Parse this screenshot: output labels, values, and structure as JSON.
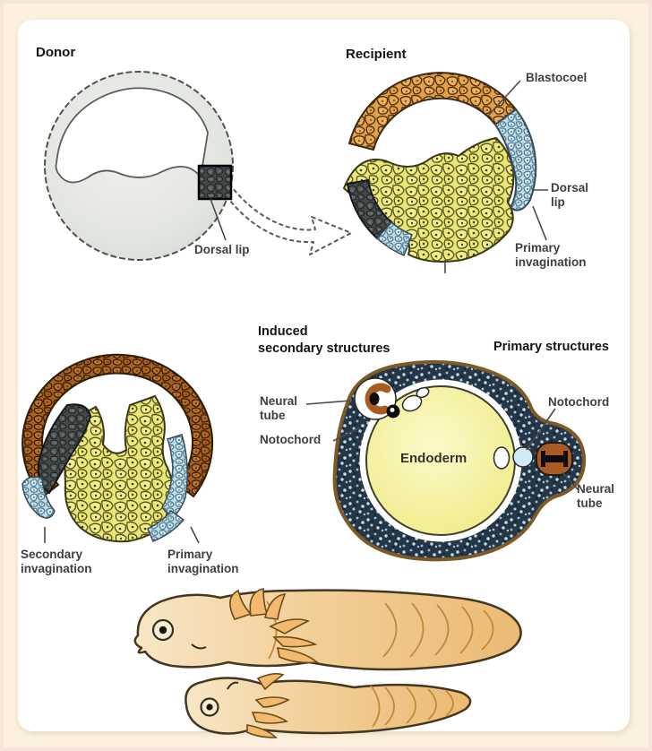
{
  "figure": {
    "donor": {
      "title": "Donor",
      "dorsal_lip": "Dorsal lip"
    },
    "recipient": {
      "title": "Recipient",
      "blastocoel": "Blastocoel",
      "dorsal_lip_line1": "Dorsal",
      "dorsal_lip_line2": "lip",
      "primary_line1": "Primary",
      "primary_line2": "invagination"
    },
    "gastrula": {
      "secondary_line1": "Secondary",
      "secondary_line2": "invagination",
      "primary_line1": "Primary",
      "primary_line2": "invagination"
    },
    "cross_section": {
      "induced_line1": "Induced",
      "induced_line2": "secondary structures",
      "primary_title": "Primary structures",
      "neural_left_line1": "Neural",
      "neural_left_line2": "tube",
      "notochord_left": "Notochord",
      "endoderm": "Endoderm",
      "notochord_right": "Notochord",
      "neural_right_line1": "Neural",
      "neural_right_line2": "tube"
    },
    "colors": {
      "page_background": "#fbf1de",
      "panel_background": "#ffffff",
      "ectoderm_orange": "#e3a04a",
      "endoderm_yellow": "#ece97e",
      "dorsal_lip_blue": "#bcdcec",
      "graft_dark": "#45494a",
      "ring_brown": "#a85f1e",
      "mesoderm_navy": "#253747",
      "donor_gray": "#e2e5e0",
      "tadpole_tan": "#f0c88e"
    }
  }
}
